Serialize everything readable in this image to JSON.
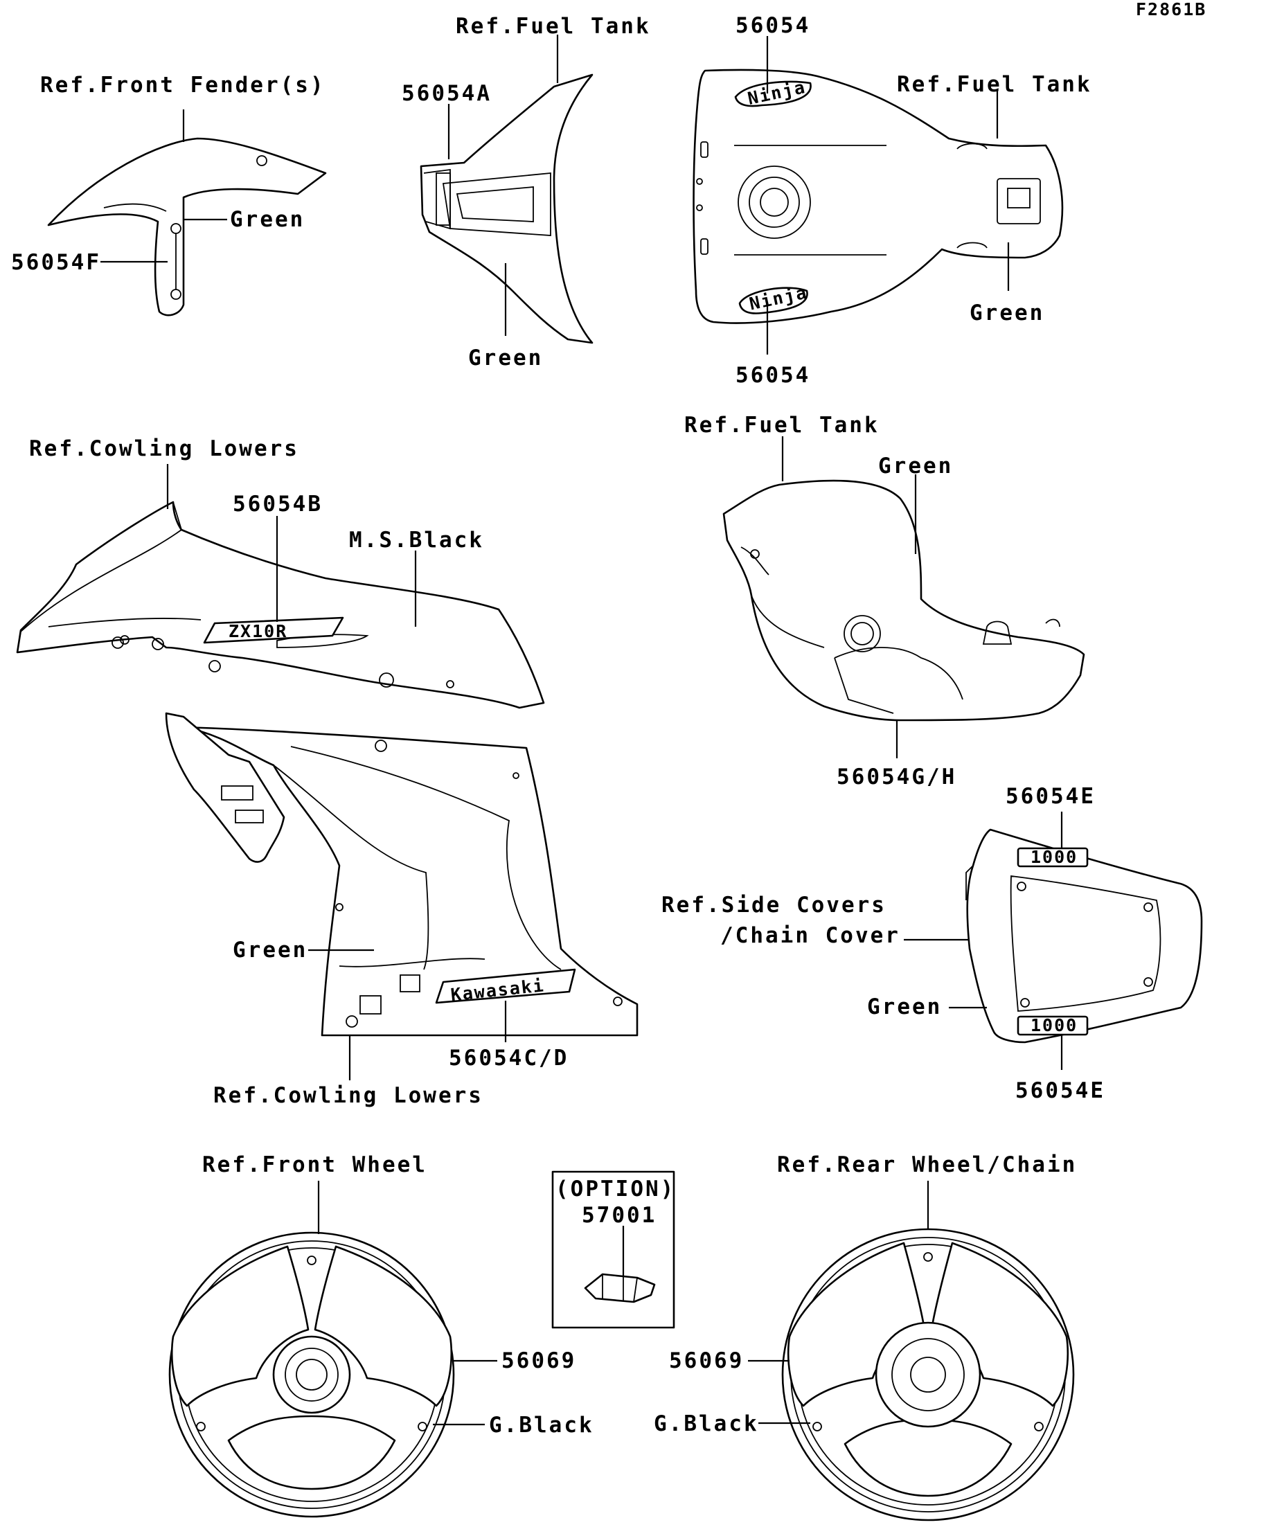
{
  "figure_code": "F2861B",
  "callouts": {
    "fender_ref": "Ref.Front Fender(s)",
    "fender_color": "Green",
    "fender_part": "56054F",
    "tail_ref": "Ref.Fuel Tank",
    "tail_part": "56054A",
    "tail_color": "Green",
    "tank_top_part": "56054",
    "tank_top_ref": "Ref.Fuel Tank",
    "tank_top_color": "Green",
    "tank_bottom_part": "56054",
    "lower_ref": "Ref.Cowling Lowers",
    "lower_part": "56054B",
    "lower_color": "M.S.Black",
    "tank_side_ref": "Ref.Fuel Tank",
    "tank_side_color": "Green",
    "tank_side_part": "56054G/H",
    "cover_part_top": "56054E",
    "cover_ref_1": "Ref.Side Covers",
    "cover_ref_2": "/Chain Cover",
    "cover_color": "Green",
    "cover_part_bottom": "56054E",
    "fairing_color": "Green",
    "fairing_part": "56054C/D",
    "fairing_ref": "Ref.Cowling Lowers",
    "front_wheel_ref": "Ref.Front Wheel",
    "front_wheel_part": "56069",
    "front_wheel_color": "G.Black",
    "option_label": "(OPTION)",
    "option_part": "57001",
    "rear_wheel_ref": "Ref.Rear Wheel/Chain",
    "rear_wheel_part": "56069",
    "rear_wheel_color": "G.Black"
  },
  "decals": {
    "tank_logo": "Ninja",
    "lower_logo": "ZX10R",
    "fairing_logo": "Kawasaki",
    "cover_logo": "1000"
  }
}
